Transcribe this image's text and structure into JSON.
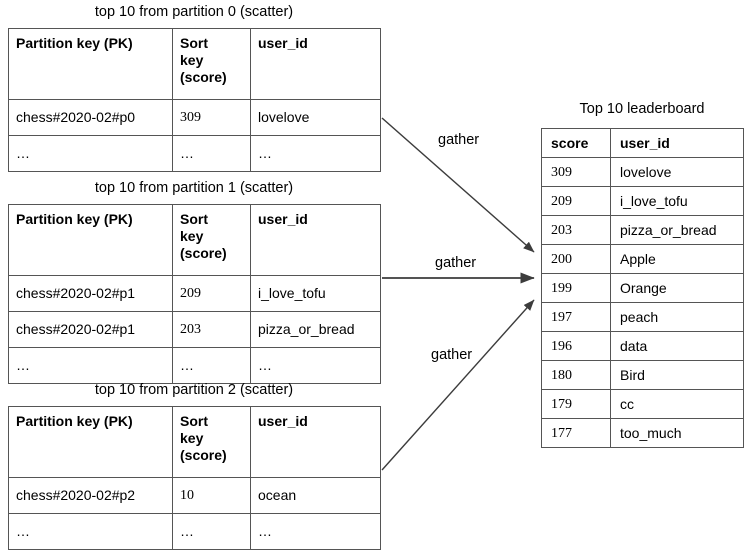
{
  "figure": {
    "kind": "scatter-gather-leaderboard-diagram",
    "background": "#ffffff",
    "line_color": "#3c3c3c",
    "text_color": "#000000"
  },
  "partitions": [
    {
      "caption": "top 10 from partition 0 (scatter)",
      "headers": [
        "Partition key (PK)",
        "Sort key (score)",
        "user_id"
      ],
      "rows": [
        [
          "chess#2020-02#p0",
          "309",
          "lovelove"
        ],
        [
          "…",
          "…",
          "…"
        ]
      ]
    },
    {
      "caption": "top 10 from partition 1 (scatter)",
      "headers": [
        "Partition key (PK)",
        "Sort key (score)",
        "user_id"
      ],
      "rows": [
        [
          "chess#2020-02#p1",
          "209",
          "i_love_tofu"
        ],
        [
          "chess#2020-02#p1",
          "203",
          "pizza_or_bread"
        ],
        [
          "…",
          "…",
          "…"
        ]
      ]
    },
    {
      "caption": "top 10 from partition 2 (scatter)",
      "headers": [
        "Partition key (PK)",
        "Sort key (score)",
        "user_id"
      ],
      "rows": [
        [
          "chess#2020-02#p2",
          "10",
          "ocean"
        ],
        [
          "…",
          "…",
          "…"
        ]
      ]
    }
  ],
  "header_lines": {
    "pk": "Partition key (PK)",
    "sort_1": "Sort",
    "sort_2": "key",
    "sort_3": "(score)",
    "user": "user_id"
  },
  "leaderboard": {
    "caption": "Top 10 leaderboard",
    "headers": [
      "score",
      "user_id"
    ],
    "rows": [
      [
        "309",
        "lovelove"
      ],
      [
        "209",
        "i_love_tofu"
      ],
      [
        "203",
        "pizza_or_bread"
      ],
      [
        "200",
        "Apple"
      ],
      [
        "199",
        "Orange"
      ],
      [
        "197",
        "peach"
      ],
      [
        "196",
        "data"
      ],
      [
        "180",
        "Bird"
      ],
      [
        "179",
        "cc"
      ],
      [
        "177",
        "too_much"
      ]
    ]
  },
  "arrows": [
    {
      "label": "gather",
      "from": "partition-0",
      "to": "leaderboard"
    },
    {
      "label": "gather",
      "from": "partition-1",
      "to": "leaderboard"
    },
    {
      "label": "gather",
      "from": "partition-2",
      "to": "leaderboard"
    }
  ]
}
